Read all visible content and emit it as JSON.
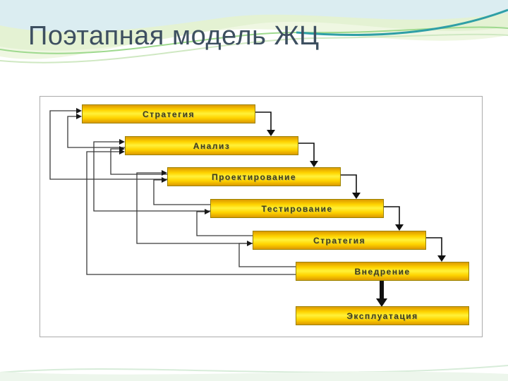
{
  "slide": {
    "title": "Поэтапная модель ЖЦ"
  },
  "diagram": {
    "boxes": [
      {
        "label": "Стратегия"
      },
      {
        "label": "Анализ"
      },
      {
        "label": "Проектирование"
      },
      {
        "label": "Тестирование"
      },
      {
        "label": "Стратегия"
      },
      {
        "label": "Внедрение"
      },
      {
        "label": "Эксплуатация"
      }
    ],
    "colors": {
      "box_fill_top": "#dd9a00",
      "box_fill_center": "#fff23a",
      "box_border": "#9a8200",
      "arrow": "#111111",
      "title_text": "#3d4f60"
    }
  }
}
